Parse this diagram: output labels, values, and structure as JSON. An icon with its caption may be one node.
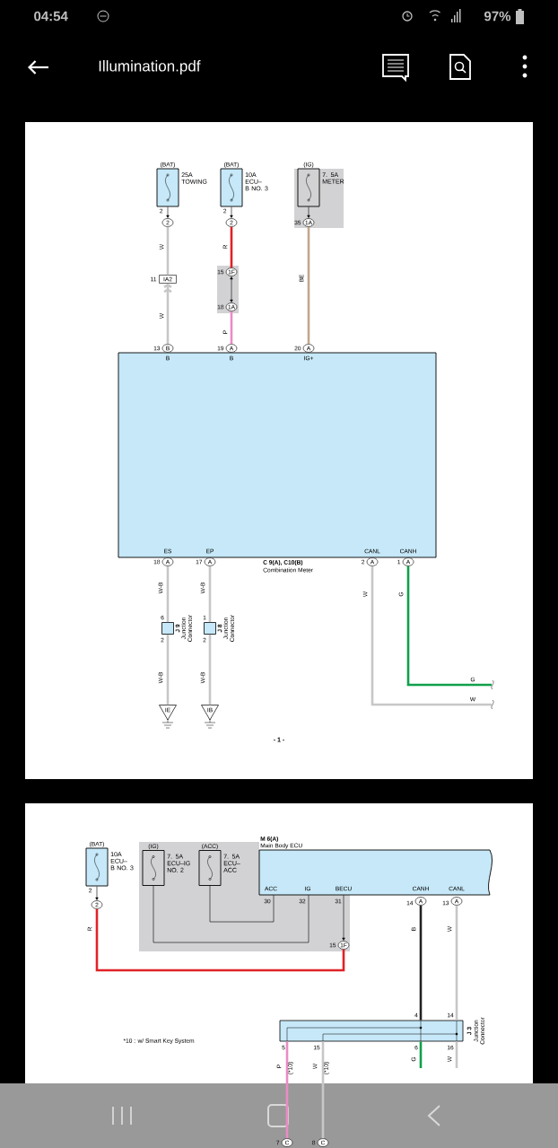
{
  "diagram": {
    "title": "Illumination.pdf",
    "nodes": [
      {
        "text": [
          "(BAT)",
          "25A TOWING"
        ],
        "beside": [
          "2"
        ]
      },
      {
        "text": [
          "(BAT)",
          "10A ECU–B NO. 3"
        ],
        "beside": [
          "2"
        ]
      },
      {
        "text": [
          "(IG)",
          "7. 5A METER"
        ]
      },
      {
        "text": [
          "2"
        ]
      },
      {
        "text": [
          "2"
        ]
      },
      {
        "text": [
          "1A"
        ],
        "beside": [
          "35"
        ]
      },
      {
        "text": [
          "IA2"
        ],
        "beside": [
          "11"
        ]
      },
      {
        "text": [
          "1F"
        ],
        "beside": [
          "15"
        ]
      },
      {
        "text": [
          "1A"
        ],
        "beside": [
          "18"
        ]
      },
      {
        "text": [
          "C 9(A), C10(B)",
          "Combination Meter"
        ]
      },
      {
        "text": [
          "B"
        ],
        "beside": [
          "13"
        ]
      },
      {
        "text": [
          "A"
        ],
        "beside": [
          "19"
        ]
      },
      {
        "text": [
          "A"
        ],
        "beside": [
          "20"
        ]
      },
      {
        "text": [
          "A"
        ],
        "beside": [
          "18"
        ]
      },
      {
        "text": [
          "A"
        ],
        "beside": [
          "17"
        ]
      },
      {
        "text": [
          "A"
        ],
        "beside": [
          "2"
        ]
      },
      {
        "text": [
          "A"
        ],
        "beside": [
          "1"
        ]
      },
      {
        "text": [
          "J 9",
          "Junction Connector"
        ],
        "beside": [
          "6",
          "2"
        ]
      },
      {
        "text": [
          "J 8",
          "Junction Connector"
        ],
        "beside": [
          "1",
          "2"
        ]
      },
      {
        "text": [
          "IE"
        ]
      },
      {
        "text": [
          "IB"
        ]
      },
      {
        "text": [
          "(BAT)",
          "10A ECU–B NO. 3"
        ],
        "beside": [
          "2"
        ]
      },
      {
        "text": [
          "(IG)",
          "7. 5A ECU–IG NO. 2"
        ]
      },
      {
        "text": [
          "(ACC)",
          "7. 5A ECU–ACC"
        ]
      },
      {
        "text": [
          "M 6(A)",
          "Main Body ECU"
        ],
        "beside": [
          "30",
          "32",
          "31"
        ]
      },
      {
        "text": [
          "2"
        ]
      },
      {
        "text": [
          "1F"
        ],
        "beside": [
          "15"
        ]
      },
      {
        "text": [
          "A"
        ],
        "beside": [
          "14"
        ]
      },
      {
        "text": [
          "A"
        ],
        "beside": [
          "13"
        ]
      },
      {
        "text": [
          "J 3",
          "Junction Connector"
        ],
        "beside": [
          "4",
          "14",
          "5",
          "15",
          "6",
          "16"
        ]
      },
      {
        "text": [
          "C"
        ],
        "beside": [
          "7"
        ]
      },
      {
        "text": [
          "C"
        ],
        "beside": [
          "8"
        ]
      }
    ],
    "edges": [
      {
        "from": 0,
        "to": 3,
        "arrow": "to",
        "color": "#000000"
      },
      {
        "from": 3,
        "to": 6,
        "arrow": "none",
        "label": "W"
      },
      {
        "from": 10,
        "to": 6,
        "arrow": "to",
        "label": "W"
      },
      {
        "from": 1,
        "to": 4,
        "arrow": "to",
        "color": "#000000"
      },
      {
        "from": 4,
        "to": 7,
        "arrow": "none",
        "label": "R",
        "color": "#e02227"
      },
      {
        "from": 7,
        "to": 8,
        "arrow": "both",
        "color": "#000000"
      },
      {
        "from": 8,
        "to": 11,
        "arrow": "none",
        "label": "P",
        "color": "#ea8cc4"
      },
      {
        "from": 2,
        "to": 5,
        "arrow": "to",
        "color": "#000000"
      },
      {
        "from": 5,
        "to": 12,
        "arrow": "none",
        "label": "BE",
        "color": "#c2a88e"
      },
      {
        "from": 13,
        "to": 17,
        "arrow": "none",
        "label": "W-B"
      },
      {
        "from": 17,
        "to": 19,
        "arrow": "none",
        "label": "W-B"
      },
      {
        "from": 14,
        "to": 18,
        "arrow": "none",
        "label": "W-B"
      },
      {
        "from": 18,
        "to": 20,
        "arrow": "none",
        "label": "W-B"
      },
      {
        "from": 15,
        "to": null,
        "arrow": "none",
        "label": "W"
      },
      {
        "from": 16,
        "to": null,
        "arrow": "none",
        "label": "G",
        "color": "#0fa04a"
      },
      {
        "from": 21,
        "to": 25,
        "arrow": "to",
        "color": "#000000"
      },
      {
        "from": 25,
        "to": 26,
        "arrow": "none",
        "label": "R",
        "color": "#e02227"
      },
      {
        "from": 23,
        "to": 24,
        "arrow": "none",
        "color": "#000000"
      },
      {
        "from": 22,
        "to": 24,
        "arrow": "none",
        "color": "#000000"
      },
      {
        "from": 24,
        "to": 26,
        "arrow": "to",
        "color": "#000000"
      },
      {
        "from": 27,
        "to": 29,
        "arrow": "none",
        "label": "B",
        "color": "#222222"
      },
      {
        "from": 28,
        "to": 29,
        "arrow": "none",
        "label": "W"
      },
      {
        "from": 29,
        "to": 30,
        "arrow": "none",
        "label": "P",
        "color": "#ea8cc4"
      },
      {
        "from": 29,
        "to": 31,
        "arrow": "none",
        "label": "W"
      },
      {
        "from": 29,
        "to": null,
        "arrow": "none",
        "label": "G",
        "color": "#0fa04a"
      },
      {
        "from": 29,
        "to": null,
        "arrow": "none",
        "label": "W"
      }
    ],
    "labels": [
      "04:54",
      "97%",
      "B",
      "B",
      "IG+",
      "ES",
      "EP",
      "CANL",
      "CANH",
      "G",
      "W",
      "- 1 -",
      "ACC",
      "IG",
      "BECU",
      "CANH",
      "CANL",
      "*10 : w/ Smart Key System",
      "(*10)",
      "(*10)"
    ]
  }
}
